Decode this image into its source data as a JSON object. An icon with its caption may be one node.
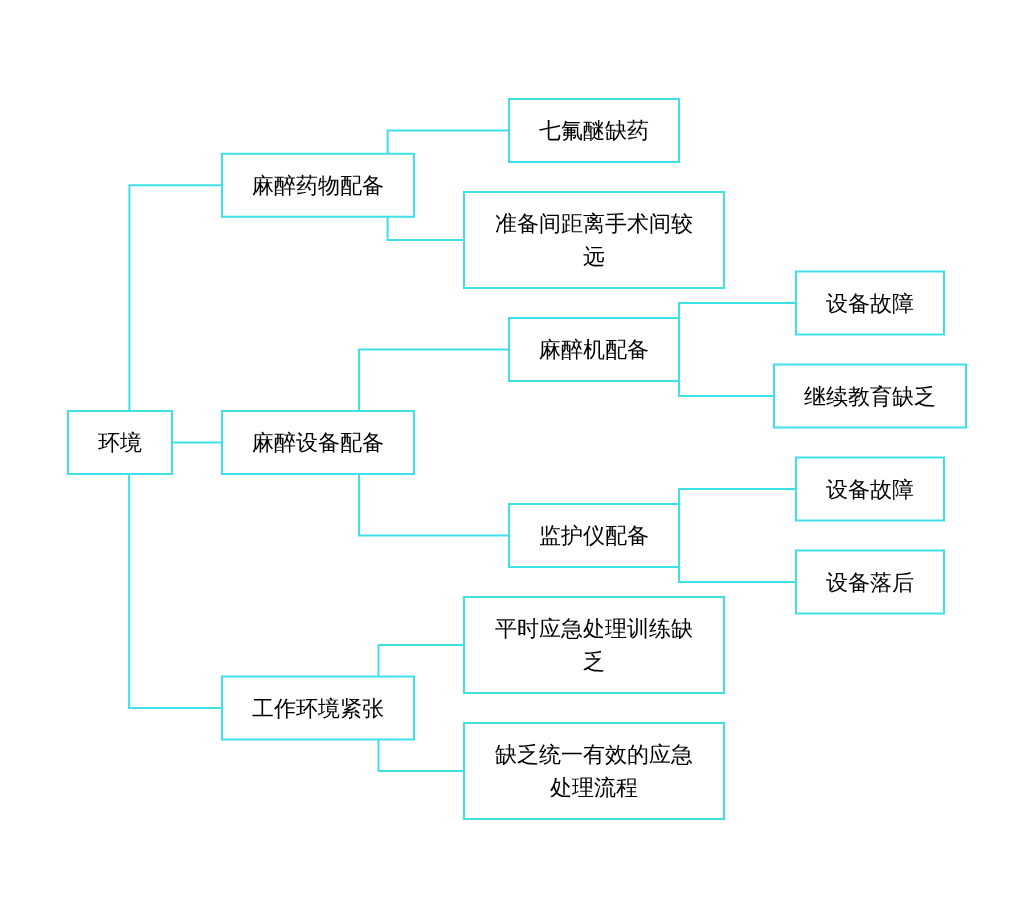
{
  "diagram": {
    "nodes": [
      {
        "text": [
          "环境"
        ]
      },
      {
        "text": [
          "麻醉药物配备"
        ]
      },
      {
        "text": [
          "七氟醚缺药"
        ]
      },
      {
        "text": [
          "准备间距离手术间较远"
        ]
      },
      {
        "text": [
          "麻醉设备配备"
        ]
      },
      {
        "text": [
          "麻醉机配备"
        ]
      },
      {
        "text": [
          "设备故障"
        ]
      },
      {
        "text": [
          "继续教育缺乏"
        ]
      },
      {
        "text": [
          "监护仪配备"
        ]
      },
      {
        "text": [
          "设备故障"
        ]
      },
      {
        "text": [
          "设备落后"
        ]
      },
      {
        "text": [
          "工作环境紧张"
        ]
      },
      {
        "text": [
          "平时应急处理训练缺乏"
        ]
      },
      {
        "text": [
          "缺乏统一有效的应急处理流程"
        ]
      }
    ],
    "edges": [
      {
        "from": 0,
        "to": 1,
        "arrow": "none"
      },
      {
        "from": 0,
        "to": 4,
        "arrow": "none"
      },
      {
        "from": 0,
        "to": 11,
        "arrow": "none"
      },
      {
        "from": 1,
        "to": 2,
        "arrow": "none"
      },
      {
        "from": 1,
        "to": 3,
        "arrow": "none"
      },
      {
        "from": 4,
        "to": 5,
        "arrow": "none"
      },
      {
        "from": 4,
        "to": 8,
        "arrow": "none"
      },
      {
        "from": 5,
        "to": 6,
        "arrow": "none"
      },
      {
        "from": 5,
        "to": 7,
        "arrow": "none"
      },
      {
        "from": 8,
        "to": 9,
        "arrow": "none"
      },
      {
        "from": 8,
        "to": 10,
        "arrow": "none"
      },
      {
        "from": 11,
        "to": 12,
        "arrow": "none"
      },
      {
        "from": 11,
        "to": 13,
        "arrow": "none"
      }
    ]
  }
}
